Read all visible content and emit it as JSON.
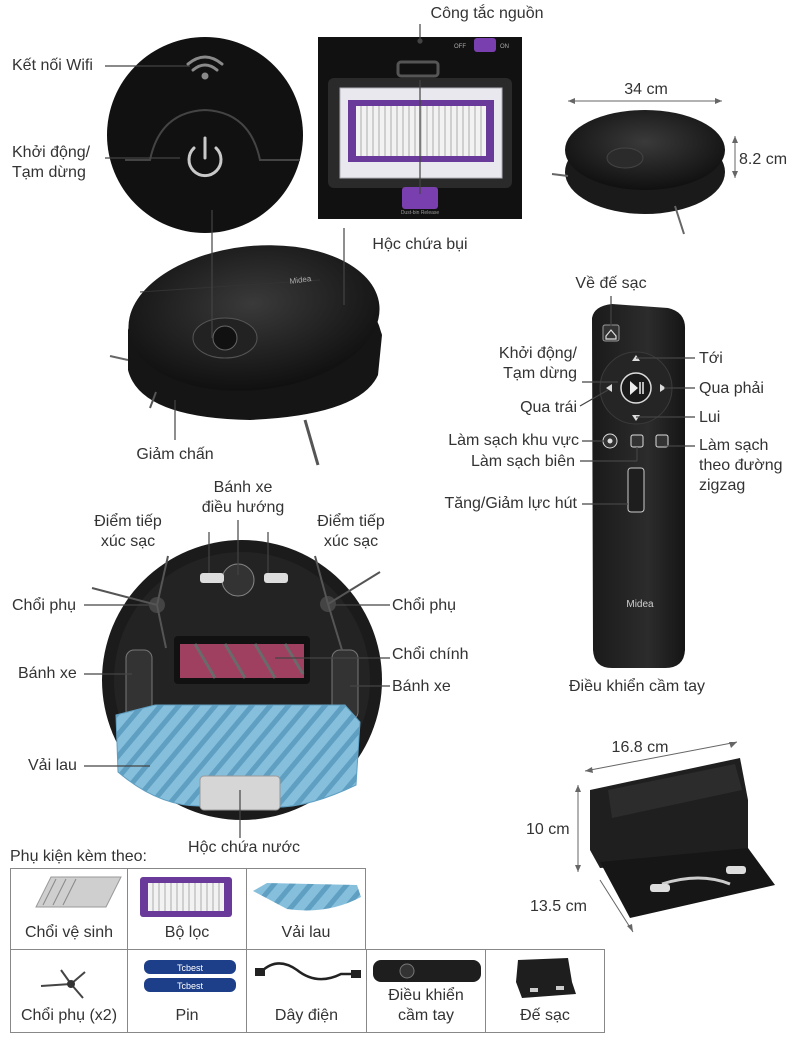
{
  "labels": {
    "power_switch": "Công tắc nguồn",
    "wifi": "Kết nối Wifi",
    "start_pause": "Khởi động/\nTạm dừng",
    "dust_bin": "Hộc chứa bụi",
    "width_top": "34 cm",
    "height_top": "8.2 cm",
    "bumper": "Giảm chấn",
    "nav_wheel": "Bánh xe\nđiều hướng",
    "charge_contact_left": "Điểm tiếp\nxúc sạc",
    "charge_contact_right": "Điểm tiếp\nxúc sạc",
    "side_brush_left": "Chổi phụ",
    "side_brush_right": "Chổi phụ",
    "main_brush": "Chổi chính",
    "wheel_left": "Bánh xe",
    "wheel_right": "Bánh xe",
    "mop": "Vải lau",
    "water_tank": "Hộc chứa nước",
    "remote": {
      "home": "Về đế sạc",
      "start_pause": "Khởi động/\nTạm dừng",
      "forward": "Tới",
      "right": "Qua phải",
      "left": "Qua trái",
      "back": "Lui",
      "spot": "Làm sạch khu vực",
      "edge": "Làm sạch biên",
      "zigzag": "Làm sạch\ntheo đường\nzigzag",
      "suction": "Tăng/Giảm lực hút",
      "caption": "Điều khiển cầm tay",
      "brand": "Midea"
    },
    "dock": {
      "width": "16.8 cm",
      "height": "10 cm",
      "depth": "13.5 cm"
    },
    "robot_brand": "Midea",
    "dust_bin_brand": "Dust-bin Release",
    "switch_off": "OFF",
    "switch_on": "ON"
  },
  "accessories": {
    "title": "Phụ kiện kèm theo:",
    "row1": [
      "Chổi vệ sinh",
      "Bộ lọc",
      "Vải lau"
    ],
    "row2": [
      "Chổi phụ (x2)",
      "Pin",
      "Dây điện",
      "Điều khiển\ncầm tay",
      "Đế sạc"
    ],
    "battery_brand": "Tcbest"
  },
  "colors": {
    "robot_body": "#1c1c1c",
    "filter_purple": "#6a3a9a",
    "mop_blue": "#7fb8d6",
    "brush_red": "#a04060",
    "leader": "#333333"
  }
}
